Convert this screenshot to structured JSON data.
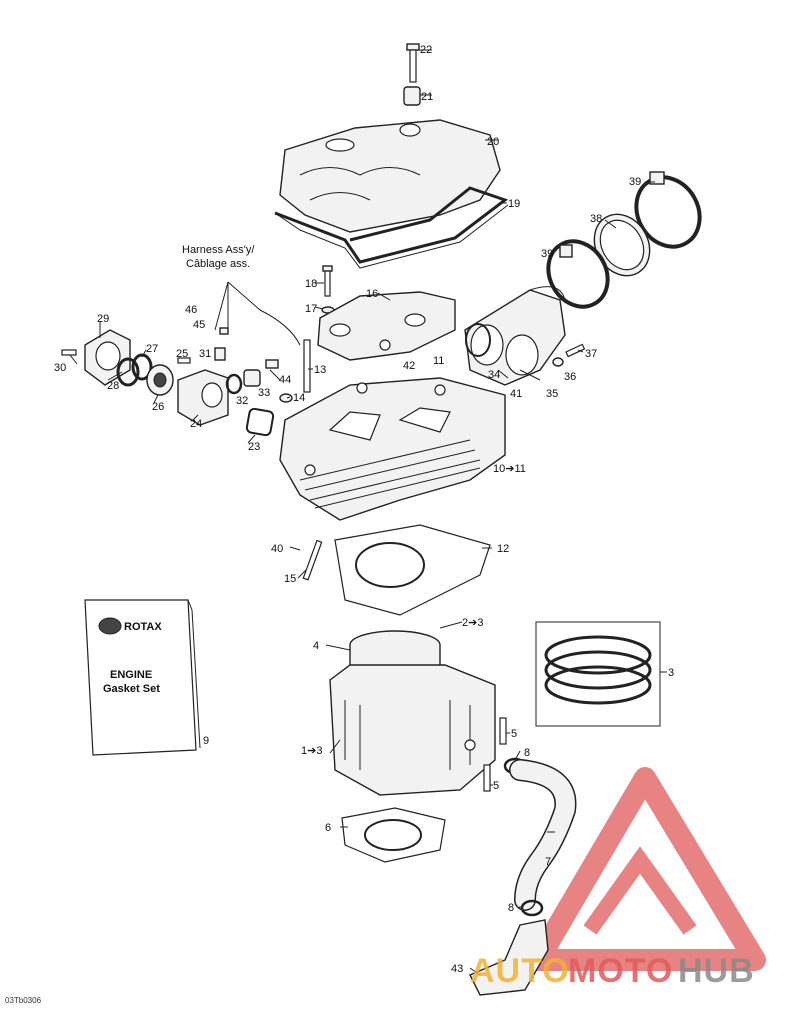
{
  "harness_label": [
    "Harness Ass'y/",
    "Câblage ass."
  ],
  "book": {
    "brand": "ROTAX",
    "title": [
      "ENGINE",
      "Gasket Set"
    ]
  },
  "ref_code": "03Tb0306",
  "watermark": {
    "auto": "AUTO",
    "moto": "MOTO",
    "hub": "HUB"
  },
  "callouts": [
    {
      "id": "c22",
      "text": "22"
    },
    {
      "id": "c21",
      "text": "21"
    },
    {
      "id": "c20",
      "text": "20"
    },
    {
      "id": "c19",
      "text": "19"
    },
    {
      "id": "c39a",
      "text": "39"
    },
    {
      "id": "c38",
      "text": "38"
    },
    {
      "id": "c39b",
      "text": "39"
    },
    {
      "id": "c18",
      "text": "18"
    },
    {
      "id": "c17",
      "text": "17"
    },
    {
      "id": "c16",
      "text": "16"
    },
    {
      "id": "c46",
      "text": "46"
    },
    {
      "id": "c45",
      "text": "45"
    },
    {
      "id": "c29",
      "text": "29"
    },
    {
      "id": "c27",
      "text": "27"
    },
    {
      "id": "c25",
      "text": "25"
    },
    {
      "id": "c31",
      "text": "31"
    },
    {
      "id": "c30",
      "text": "30"
    },
    {
      "id": "c28",
      "text": "28"
    },
    {
      "id": "c26",
      "text": "26"
    },
    {
      "id": "c44",
      "text": "44"
    },
    {
      "id": "c33",
      "text": "33"
    },
    {
      "id": "c32",
      "text": "32"
    },
    {
      "id": "c14",
      "text": "14"
    },
    {
      "id": "c13",
      "text": "13"
    },
    {
      "id": "c42",
      "text": "42"
    },
    {
      "id": "c11",
      "text": "11"
    },
    {
      "id": "c37",
      "text": "37"
    },
    {
      "id": "c34",
      "text": "34"
    },
    {
      "id": "c36",
      "text": "36"
    },
    {
      "id": "c35",
      "text": "35"
    },
    {
      "id": "c41",
      "text": "41"
    },
    {
      "id": "c24",
      "text": "24"
    },
    {
      "id": "c23",
      "text": "23"
    },
    {
      "id": "c10",
      "text": "10➔11"
    },
    {
      "id": "c40",
      "text": "40"
    },
    {
      "id": "c12",
      "text": "12"
    },
    {
      "id": "c15",
      "text": "15"
    },
    {
      "id": "c2",
      "text": "2➔3"
    },
    {
      "id": "c4",
      "text": "4"
    },
    {
      "id": "c3",
      "text": "3"
    },
    {
      "id": "c9",
      "text": "9"
    },
    {
      "id": "c1",
      "text": "1➔3"
    },
    {
      "id": "c5a",
      "text": "5"
    },
    {
      "id": "c8a",
      "text": "8"
    },
    {
      "id": "c5b",
      "text": "5"
    },
    {
      "id": "c6",
      "text": "6"
    },
    {
      "id": "c7",
      "text": "7"
    },
    {
      "id": "c8b",
      "text": "8"
    },
    {
      "id": "c43",
      "text": "43"
    }
  ],
  "colors": {
    "watermark_red": "#e05a5a",
    "watermark_orange": "#f2b233",
    "watermark_grey": "#8a8a8a"
  }
}
